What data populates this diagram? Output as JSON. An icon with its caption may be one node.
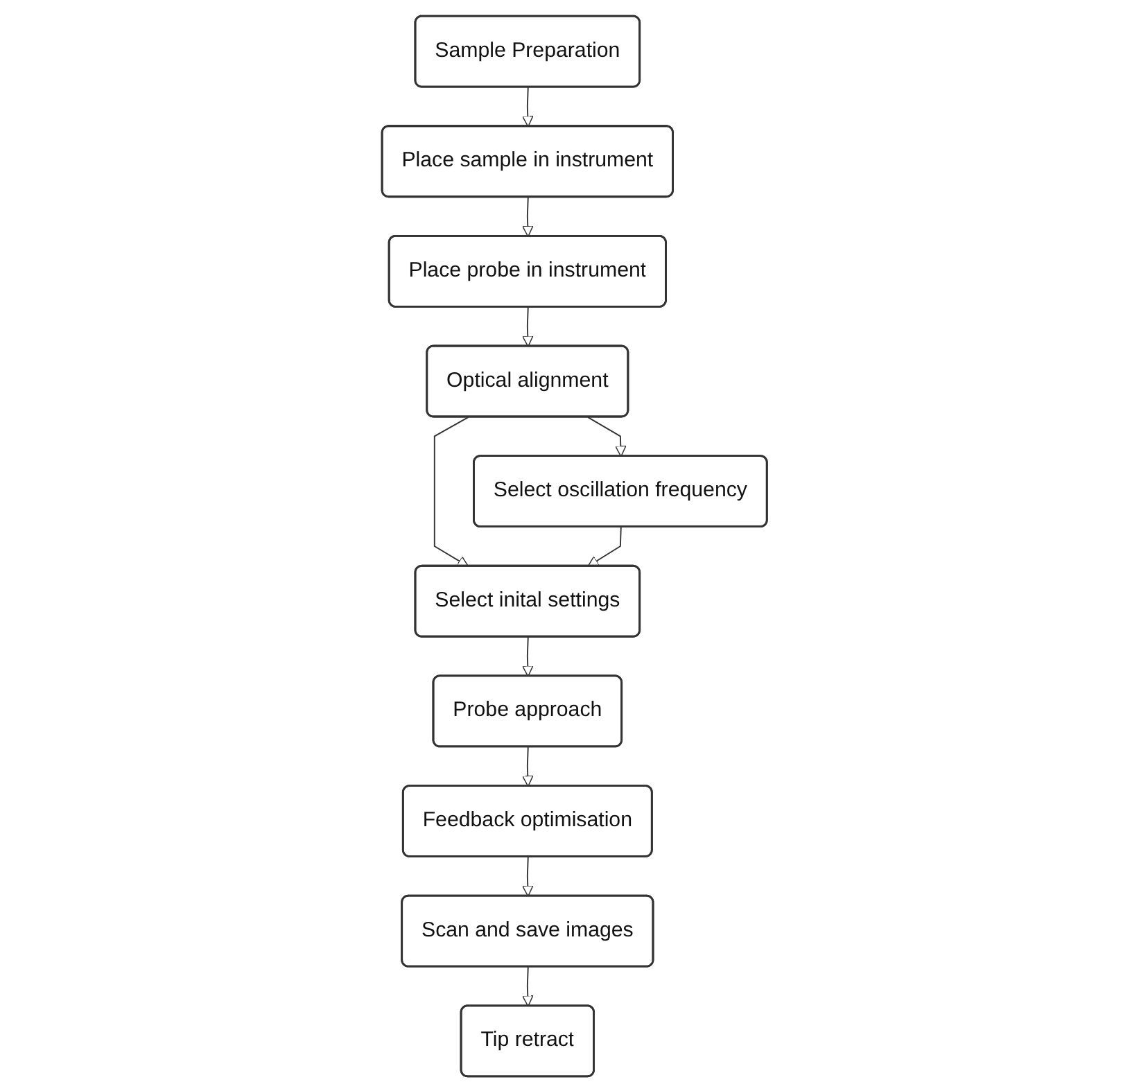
{
  "diagram": {
    "nodes": [
      {
        "text": [
          "Sample Preparation"
        ]
      },
      {
        "text": [
          "Place sample in instrument"
        ]
      },
      {
        "text": [
          "Place probe in instrument"
        ]
      },
      {
        "text": [
          "Optical alignment"
        ]
      },
      {
        "text": [
          "Select oscillation frequency"
        ]
      },
      {
        "text": [
          "Select inital settings"
        ]
      },
      {
        "text": [
          "Probe approach"
        ]
      },
      {
        "text": [
          "Feedback optimisation"
        ]
      },
      {
        "text": [
          "Scan and save images"
        ]
      },
      {
        "text": [
          "Tip retract"
        ]
      }
    ],
    "edges": [
      {
        "from": 0,
        "to": 1,
        "arrow": "to"
      },
      {
        "from": 1,
        "to": 2,
        "arrow": "to"
      },
      {
        "from": 2,
        "to": 3,
        "arrow": "to"
      },
      {
        "from": 3,
        "to": 5,
        "arrow": "to"
      },
      {
        "from": 3,
        "to": 4,
        "arrow": "to"
      },
      {
        "from": 4,
        "to": 5,
        "arrow": "to"
      },
      {
        "from": 5,
        "to": 6,
        "arrow": "to"
      },
      {
        "from": 6,
        "to": 7,
        "arrow": "to"
      },
      {
        "from": 7,
        "to": 8,
        "arrow": "to"
      },
      {
        "from": 8,
        "to": 9,
        "arrow": "to"
      }
    ]
  }
}
